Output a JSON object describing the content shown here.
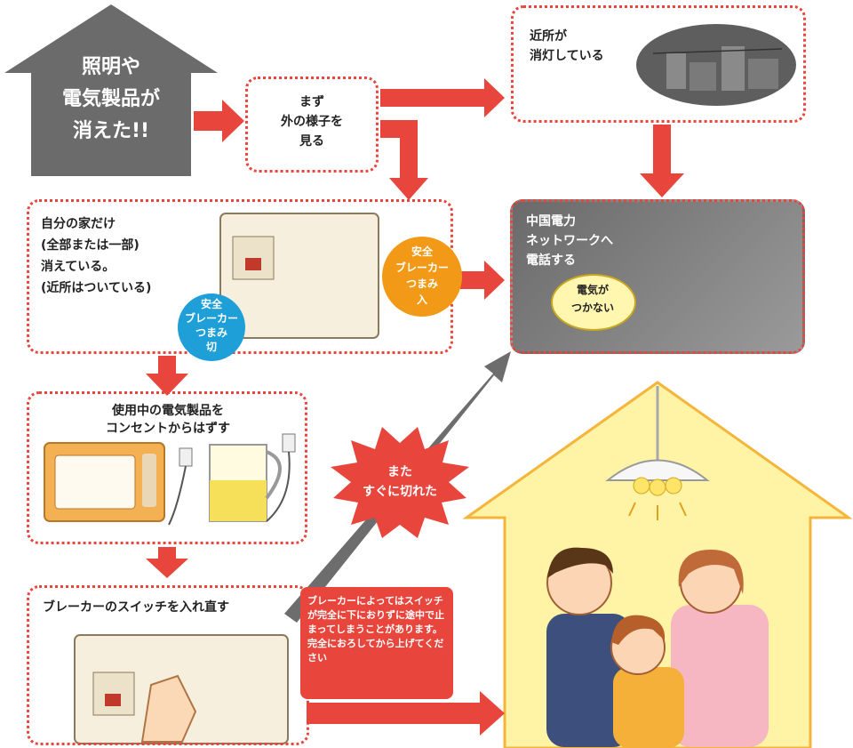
{
  "start": {
    "text": "照明や\n電気製品が\n消えた!!"
  },
  "look_outside": {
    "text": "まず\n外の様子を\n見る"
  },
  "neighbors_off": {
    "text": "近所が\n消灯している"
  },
  "only_my_house": {
    "text": "自分の家だけ\n(全部または一部)\n消えている。\n(近所はついている)"
  },
  "bubble_off": {
    "text": "安全\nブレーカー\nつまみ\n切"
  },
  "bubble_on": {
    "text": "安全\nブレーカー\nつまみ\n入"
  },
  "call_box": {
    "text": "中国電力\nネットワークへ\n電話する"
  },
  "speech_no_power": {
    "text": "電気が\nつかない"
  },
  "unplug": {
    "text": "使用中の電気製品を\nコンセントからはずす"
  },
  "burst": {
    "text": "また\nすぐに切れた"
  },
  "reset_switch": {
    "text": "ブレーカーのスイッチを入れ直す"
  },
  "note": {
    "text": "ブレーカーによってはスイッチが完全に下におりずに途中で止まってしまうことがあります。完全におろしてから上げてください"
  },
  "colors": {
    "accent_red": "#e8453c",
    "arrow_gray": "#6d6d6d",
    "house_yellow": "#fff3a6",
    "bubble_blue": "#1f9fd8",
    "bubble_orange": "#f29a18"
  }
}
